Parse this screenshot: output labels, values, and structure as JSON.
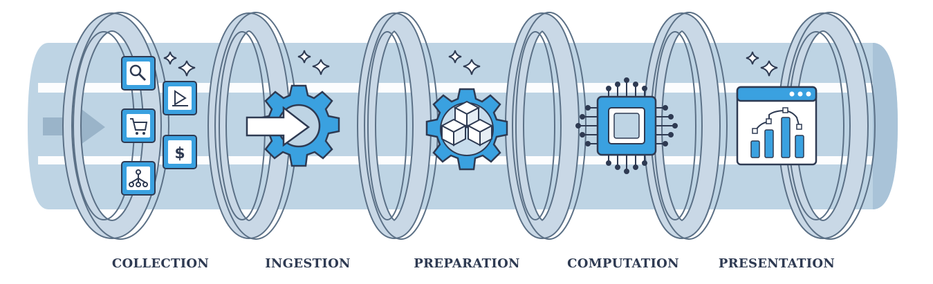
{
  "stages": [
    {
      "id": "collection",
      "label": "COLLECTION"
    },
    {
      "id": "ingestion",
      "label": "INGESTION"
    },
    {
      "id": "preparation",
      "label": "PREPARATION"
    },
    {
      "id": "computation",
      "label": "COMPUTATION"
    },
    {
      "id": "presentation",
      "label": "PRESENTATION"
    }
  ],
  "icons": {
    "collection": [
      "search-icon",
      "play-icon",
      "cart-icon",
      "dollar-icon",
      "network-icon"
    ],
    "ingestion": [
      "gear-icon",
      "arrow-right-icon"
    ],
    "preparation": [
      "gear-icon",
      "cubes-icon"
    ],
    "computation": [
      "chip-icon"
    ],
    "presentation": [
      "dashboard-chart-icon"
    ],
    "decorative": [
      "sparkle-icon"
    ]
  },
  "colors": {
    "pipe": "#bed4e4",
    "pipe_stripe": "#ffffff",
    "ring_face": "#c9d8e6",
    "ring_inner": "#e9f0f6",
    "outline": "#5b7086",
    "accent_blue": "#3aa1e0",
    "dark_navy": "#2e3a52",
    "label": "#2e3a52"
  },
  "icon_glyphs": {
    "dollar": "$"
  }
}
